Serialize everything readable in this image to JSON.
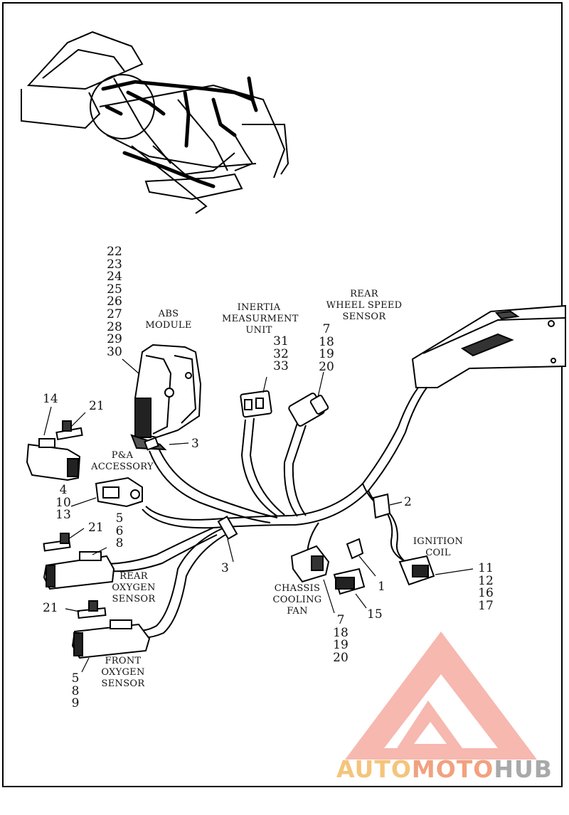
{
  "labels": {
    "abs_module": "ABS\nMODULE",
    "inertia_unit": "INERTIA\nMEASURMENT\nUNIT",
    "rear_wheel_speed": "REAR\nWHEEL SPEED\nSENSOR",
    "pa_accessory": "P&A\nACCESSORY",
    "rear_oxygen": "REAR\nOXYGEN\nSENSOR",
    "front_oxygen": "FRONT\nOXYGEN\nSENSOR",
    "chassis_fan": "CHASSIS\nCOOLING\nFAN",
    "ignition_coil": "IGNITION\nCOIL"
  },
  "callouts": {
    "abs_numbers": [
      "22",
      "23",
      "24",
      "25",
      "26",
      "27",
      "28",
      "29",
      "30"
    ],
    "imu_numbers": [
      "31",
      "32",
      "33"
    ],
    "rear_wss_numbers": [
      "7",
      "18",
      "19",
      "20"
    ],
    "pa_numbers": [
      "4",
      "10",
      "13"
    ],
    "rear_o2_numbers": [
      "5",
      "6",
      "8"
    ],
    "front_o2_numbers": [
      "5",
      "8",
      "9"
    ],
    "fan_numbers": [
      "7",
      "18",
      "19",
      "20"
    ],
    "coil_numbers": [
      "11",
      "12",
      "16",
      "17"
    ],
    "n14": "14",
    "n21a": "21",
    "n21b": "21",
    "n21c": "21",
    "n3a": "3",
    "n3b": "3",
    "n2": "2",
    "n1": "1",
    "n15": "15"
  },
  "watermark": {
    "part1": "AUTO",
    "part2": "MOTO",
    "part3": "HUB",
    "colors": {
      "auto": "#f5c47c",
      "moto": "#f2a17f",
      "hub": "#a9a9a9",
      "logo": "#f4a79c"
    }
  }
}
